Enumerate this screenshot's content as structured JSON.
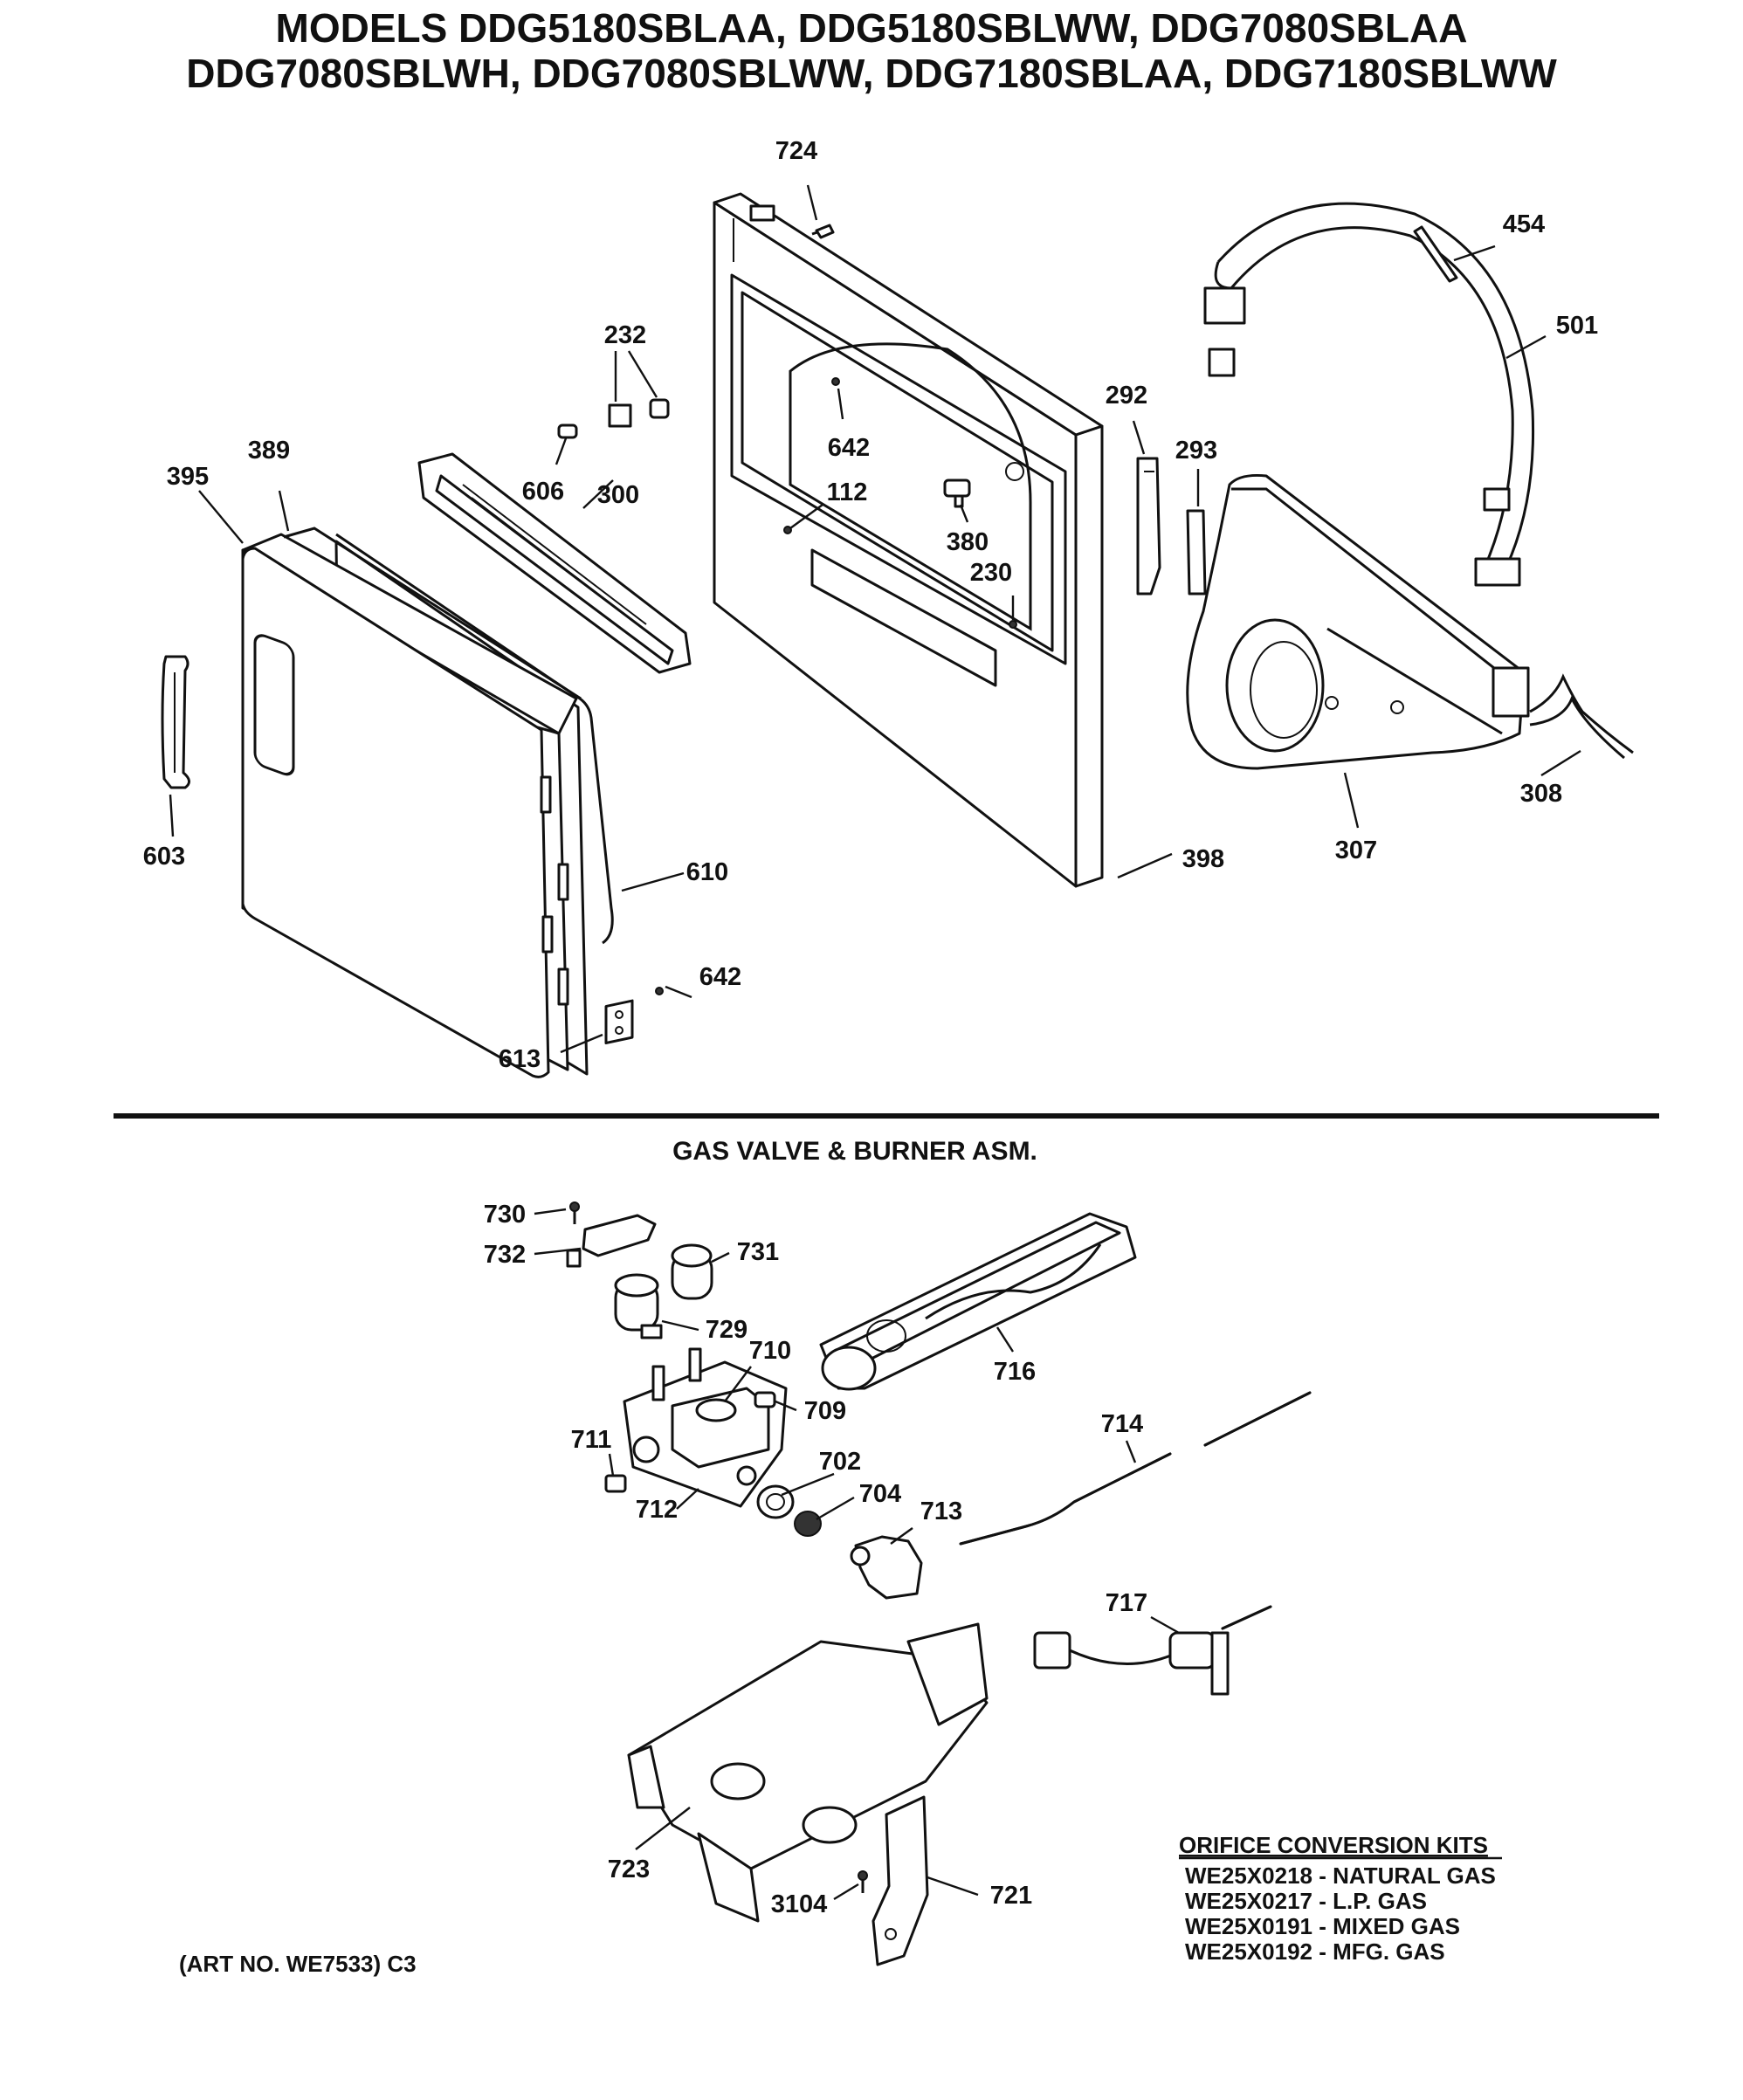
{
  "header": {
    "title_line1": "MODELS DDG5180SBLAA, DDG5180SBLWW, DDG7080SBLAA",
    "title_line2": "DDG7080SBLWH, DDG7080SBLWW, DDG7180SBLAA, DDG7180SBLWW"
  },
  "sections": {
    "gas_valve_title": "GAS VALVE & BURNER ASM."
  },
  "callouts_upper": {
    "p724": "724",
    "p454": "454",
    "p501": "501",
    "p232": "232",
    "p292": "292",
    "p642a": "642",
    "p293": "293",
    "p389": "389",
    "p395": "395",
    "p606": "606",
    "p300": "300",
    "p112": "112",
    "p380": "380",
    "p230": "230",
    "p308": "308",
    "p603": "603",
    "p610": "610",
    "p398": "398",
    "p307": "307",
    "p642b": "642",
    "p613": "613"
  },
  "callouts_lower": {
    "p730": "730",
    "p732": "732",
    "p731": "731",
    "p729": "729",
    "p710": "710",
    "p716": "716",
    "p709": "709",
    "p714": "714",
    "p711": "711",
    "p702": "702",
    "p704": "704",
    "p713": "713",
    "p712": "712",
    "p717": "717",
    "p723": "723",
    "p3104": "3104",
    "p721": "721"
  },
  "orifice_kits": {
    "heading": "ORIFICE CONVERSION KITS",
    "items": [
      "WE25X0218 - NATURAL GAS",
      "WE25X0217 - L.P. GAS",
      "WE25X0191 - MIXED GAS",
      "WE25X0192 - MFG. GAS"
    ]
  },
  "art_number": "(ART NO. WE7533) C3"
}
